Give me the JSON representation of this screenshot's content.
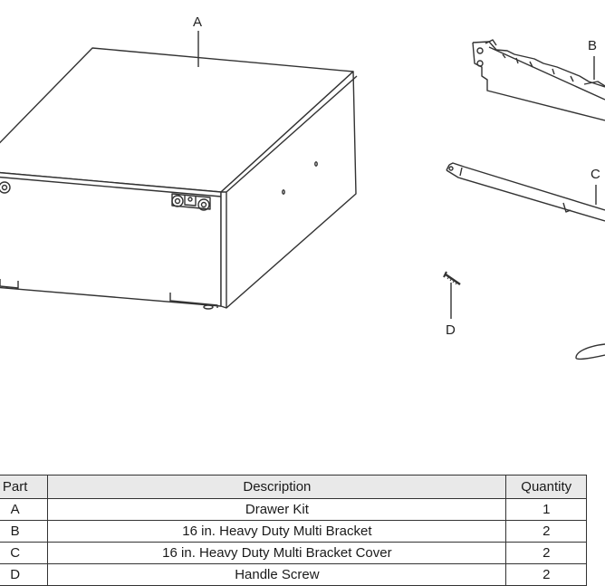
{
  "callouts": [
    "A",
    "B",
    "C",
    "D"
  ],
  "table": {
    "headers": [
      "Part",
      "Description",
      "Quantity"
    ],
    "rows": [
      {
        "part": "A",
        "description": "Drawer Kit",
        "quantity": "1"
      },
      {
        "part": "B",
        "description": "16 in. Heavy Duty Multi Bracket",
        "quantity": "2"
      },
      {
        "part": "C",
        "description": "16 in. Heavy Duty Multi Bracket Cover",
        "quantity": "2"
      },
      {
        "part": "D",
        "description": "Handle Screw",
        "quantity": "2"
      }
    ]
  }
}
